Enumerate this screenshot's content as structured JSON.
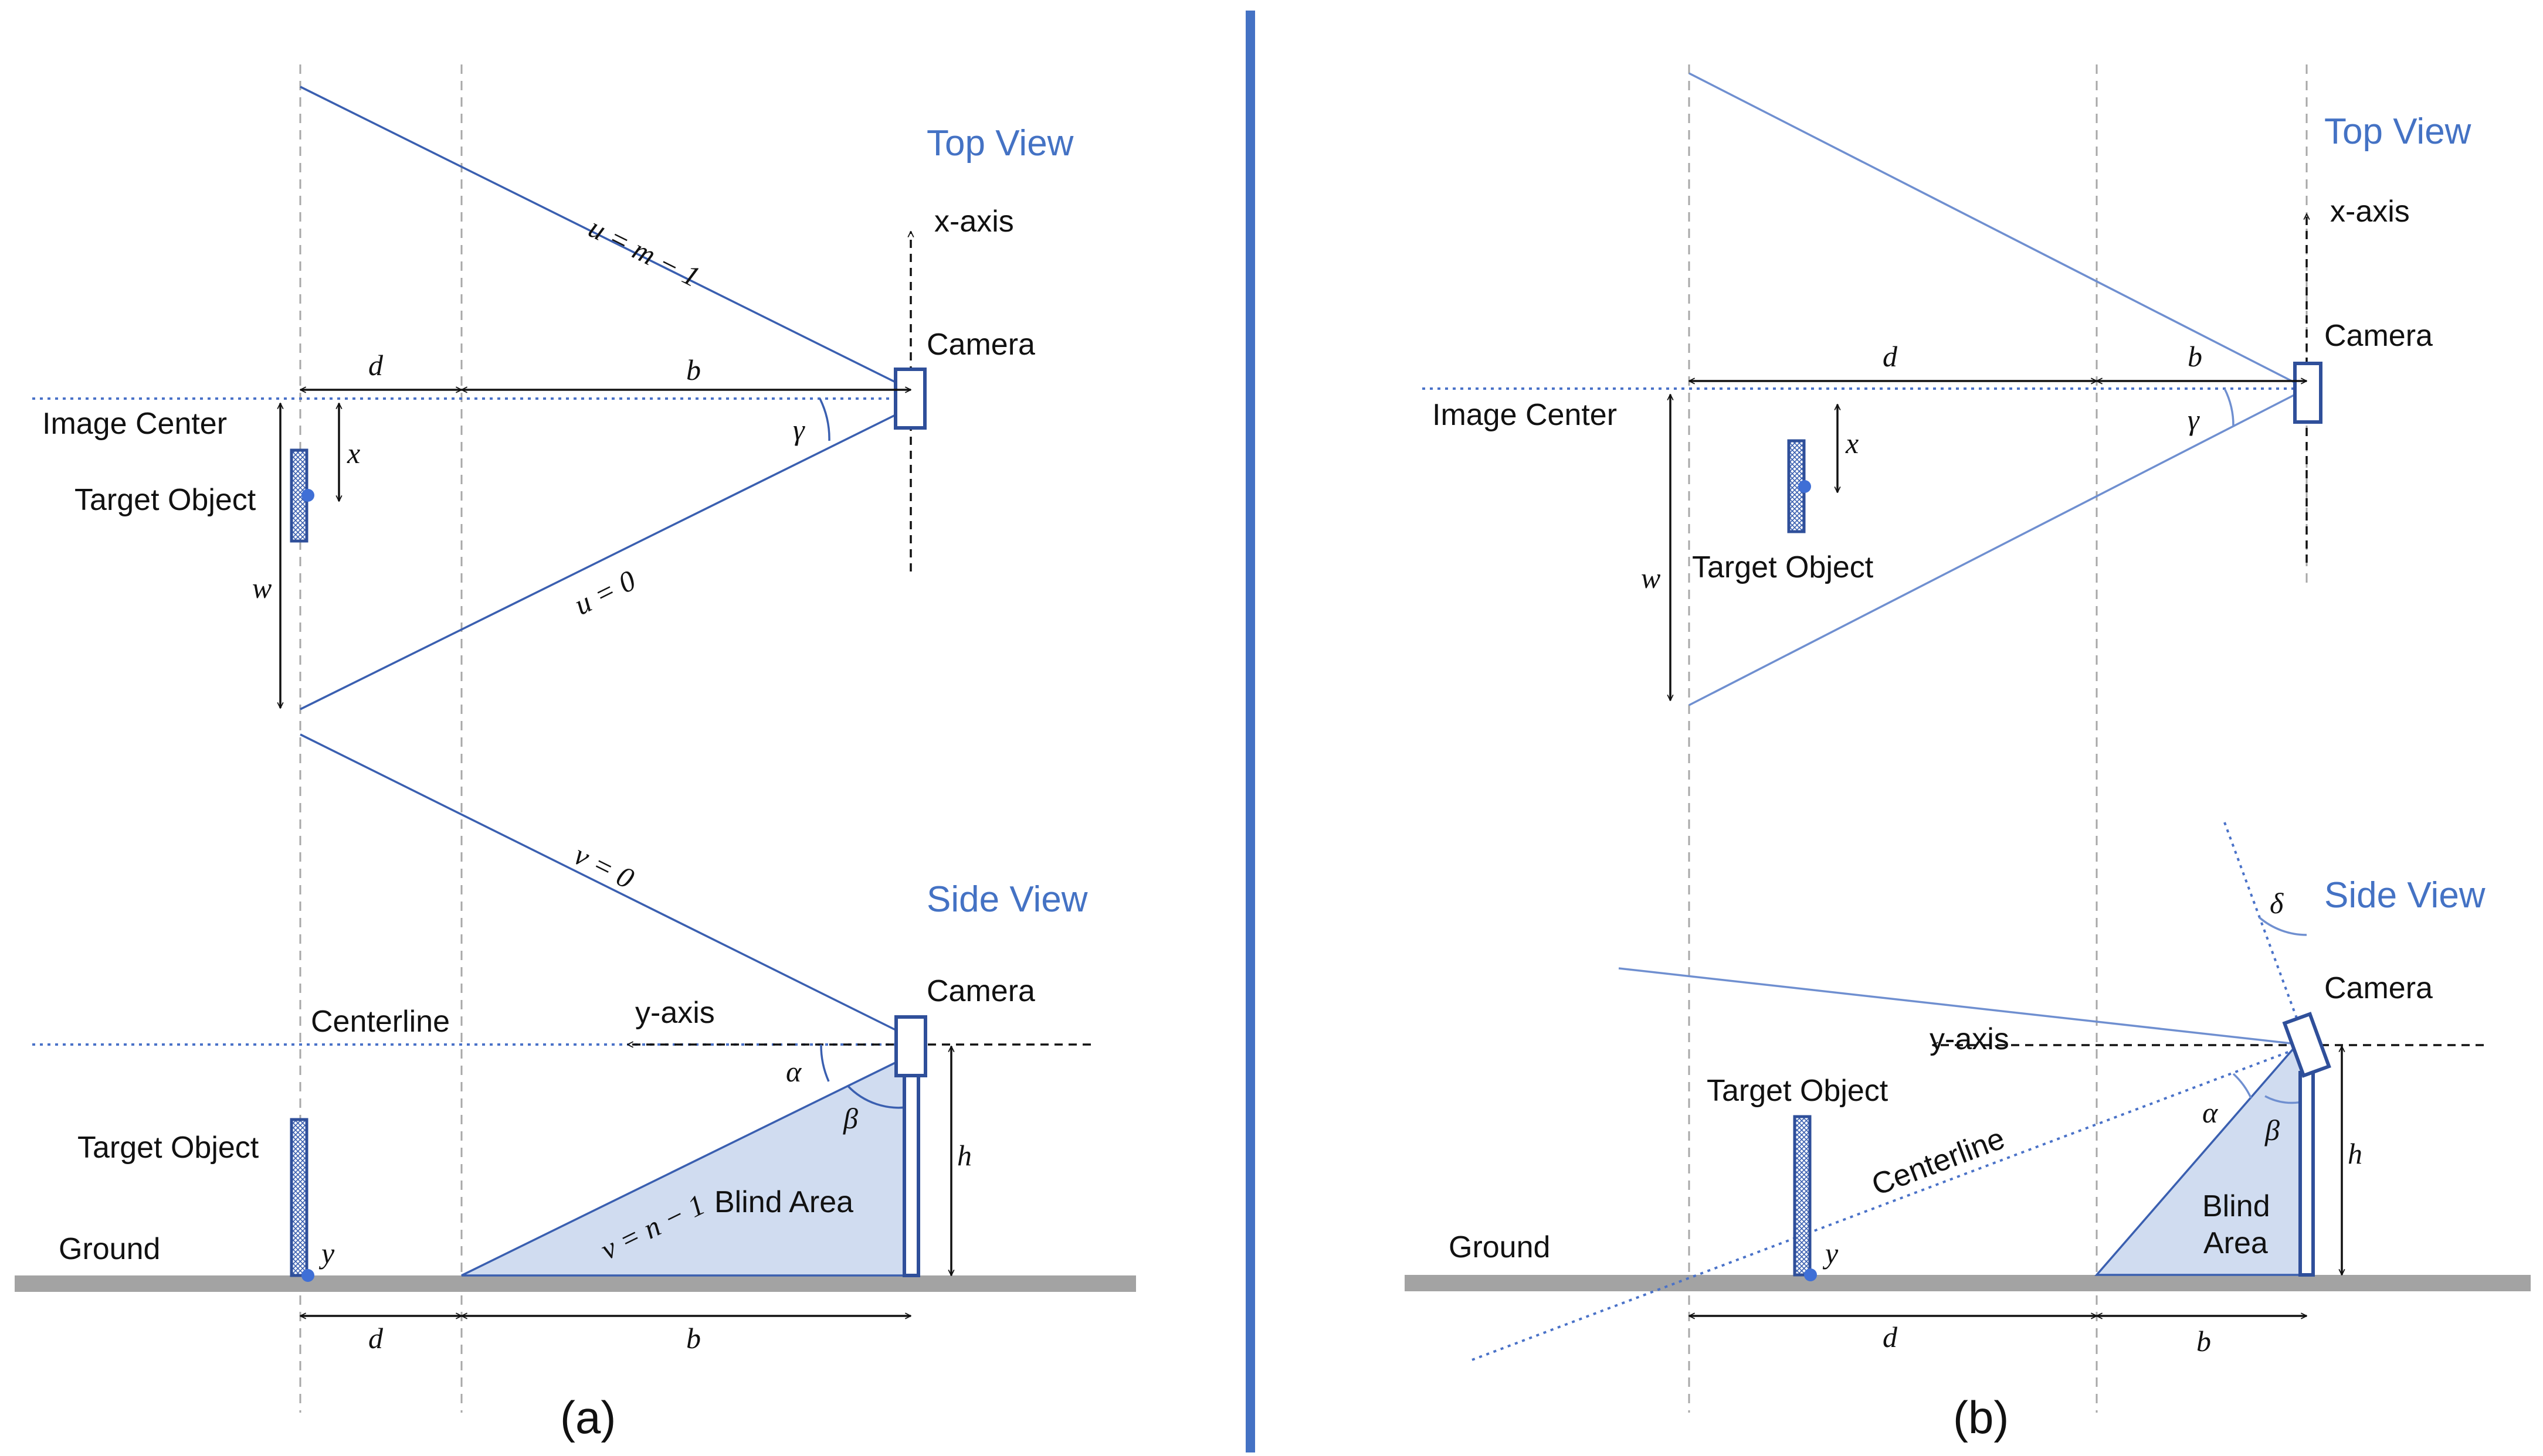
{
  "panels": {
    "a": {
      "caption": "(a)",
      "top_view": {
        "title": "Top View",
        "x_axis_label": "x-axis",
        "camera_label": "Camera",
        "image_center_label": "Image Center",
        "target_label": "Target Object",
        "d": "d",
        "b": "b",
        "x": "x",
        "w": "w",
        "gamma": "γ",
        "ray_upper": "u = m − 1",
        "ray_lower": "u = 0"
      },
      "side_view": {
        "title": "Side View",
        "camera_label": "Camera",
        "centerline_label": "Centerline",
        "y_axis_label": "y-axis",
        "target_label": "Target Object",
        "ground_label": "Ground",
        "blind_label": "Blind Area",
        "ray_upper": "v = 0",
        "ray_lower": "v = n − 1",
        "alpha": "α",
        "beta": "β",
        "h": "h",
        "y": "y",
        "d": "d",
        "b": "b"
      }
    },
    "b": {
      "caption": "(b)",
      "top_view": {
        "title": "Top View",
        "x_axis_label": "x-axis",
        "camera_label": "Camera",
        "image_center_label": "Image Center",
        "target_label": "Target Object",
        "d": "d",
        "b": "b",
        "x": "x",
        "w": "w",
        "gamma": "γ"
      },
      "side_view": {
        "title": "Side View",
        "camera_label": "Camera",
        "y_axis_label": "y-axis",
        "target_label": "Target Object",
        "centerline_label": "Centerline",
        "ground_label": "Ground",
        "blind_label_line1": "Blind",
        "blind_label_line2": "Area",
        "delta": "δ",
        "alpha": "α",
        "beta": "β",
        "h": "h",
        "y": "y",
        "d": "d",
        "b": "b"
      }
    }
  },
  "colors": {
    "accent_blue": "#4472c4",
    "divider_blue": "#4472c4",
    "ray_blue": "#3a5fb0",
    "blind_fill": "#d0dcf0",
    "ground_gray": "#a3a3a3"
  }
}
